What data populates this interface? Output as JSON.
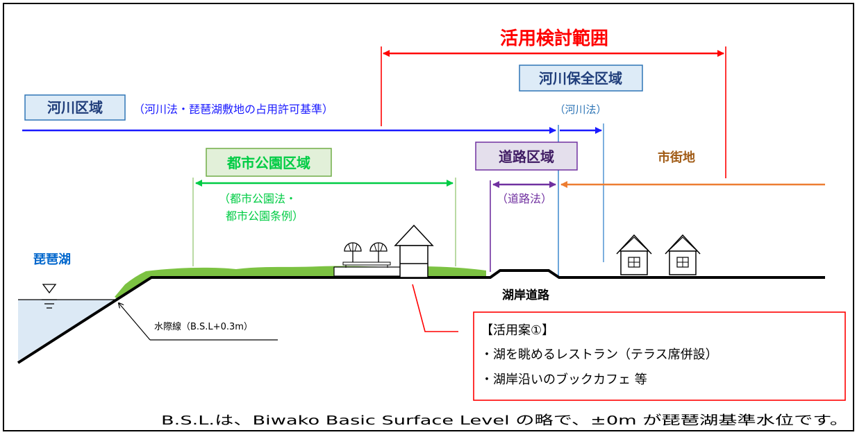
{
  "scope_label": "活用検討範囲",
  "river_zone": {
    "label": "河川区域",
    "law": "（河川法・琵琶湖敷地の占用許可基準）"
  },
  "river_conservation_zone": {
    "label": "河川保全区域",
    "law": "（河川法）"
  },
  "city_park_zone": {
    "label": "都市公園区域",
    "law_line1": "（都市公園法・",
    "law_line2": "都市公園条例）"
  },
  "road_zone": {
    "label": "道路区域",
    "law": "（道路法）"
  },
  "urban_area": {
    "label": "市街地"
  },
  "lake": {
    "label": "琵琶湖"
  },
  "waterline": {
    "label": "水際線（B.S.L+0.3m）"
  },
  "lakeside_road": {
    "label": "湖岸道路"
  },
  "proposal": {
    "title": "【活用案①】",
    "item1": "・湖を眺めるレストラン（テラス席併設）",
    "item2": "・湖岸沿いのブックカフェ 等"
  },
  "footnote": "B.S.L.は、Biwako Basic Surface Level の略で、±0m が琵琶湖基準水位です。",
  "colors": {
    "scope": "#ff0000",
    "river": "#1a1aff",
    "conservation": "#5b9bd5",
    "park": "#00cc44",
    "road": "#7030a0",
    "urban": "#ed7d31",
    "urban_text": "#a05a14",
    "lake_label": "#0066cc",
    "grass": "#7cc242",
    "water": "#dce9f5"
  }
}
